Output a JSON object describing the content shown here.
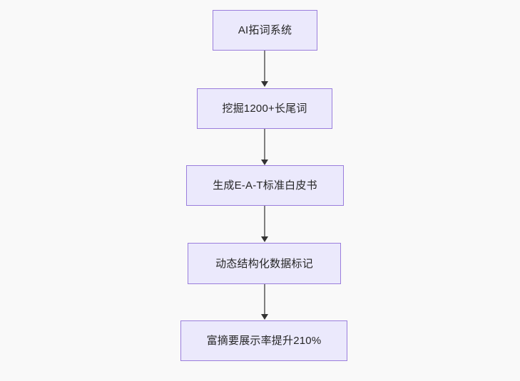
{
  "diagram": {
    "type": "flowchart",
    "direction": "top-to-bottom",
    "background_color": "#f9f9f9",
    "node_fill_color": "#ebe9fc",
    "node_border_color": "#9a7ddc",
    "connector_color": "#808080",
    "arrowhead_color": "#333333",
    "text_color": "#262626",
    "nodes": [
      {
        "id": "node1",
        "label": "AI拓词系统"
      },
      {
        "id": "node2",
        "label": "挖掘1200+长尾词"
      },
      {
        "id": "node3",
        "label": "生成E-A-T标准白皮书"
      },
      {
        "id": "node4",
        "label": "动态结构化数据标记"
      },
      {
        "id": "node5",
        "label": "富摘要展示率提升210%"
      }
    ],
    "edges": [
      {
        "from": "node1",
        "to": "node2"
      },
      {
        "from": "node2",
        "to": "node3"
      },
      {
        "from": "node3",
        "to": "node4"
      },
      {
        "from": "node4",
        "to": "node5"
      }
    ]
  }
}
